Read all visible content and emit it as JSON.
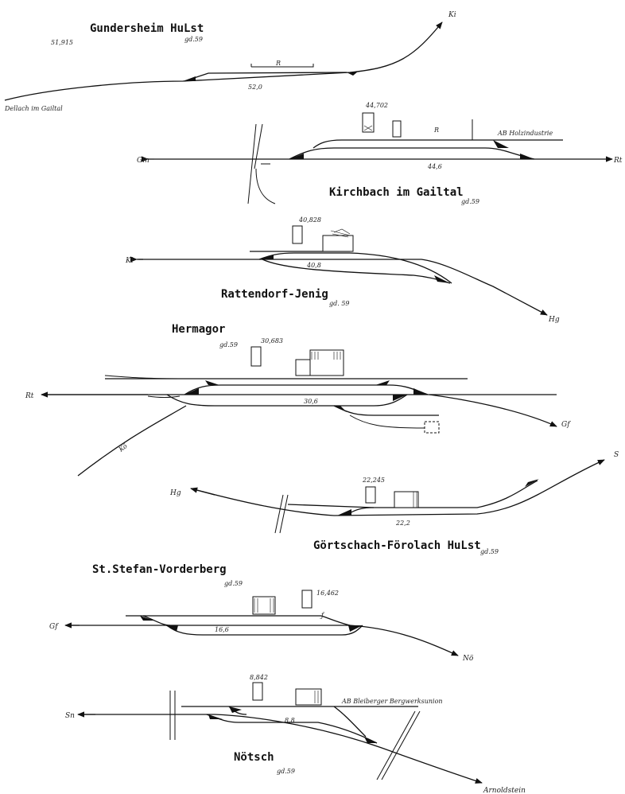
{
  "stations": {
    "gundersheim": {
      "name": "Gundersheim HuLst",
      "km": "51,915",
      "stamp": "gd.59",
      "track_length": "52,0",
      "platform": "R",
      "dir_left": "Dellach im Gailtal",
      "dir_right": "Ki"
    },
    "kirchbach": {
      "name": "Kirchbach im Gailtal",
      "km": "44,702",
      "stamp": "gd.59",
      "track_length": "44,6",
      "platform": "R",
      "siding": "AB Holzindustrie",
      "dir_left": "Gm",
      "dir_right": "Rt"
    },
    "rattendorf": {
      "name": "Rattendorf-Jenig",
      "km": "40,828",
      "stamp": "gd. 59",
      "track_length": "40,8",
      "dir_left": "Ki",
      "dir_right": "Hg"
    },
    "hermagor": {
      "name": "Hermagor",
      "km": "30,683",
      "stamp": "gd.59",
      "track_length": "30,6",
      "dir_left": "Rt",
      "dir_right": "Gf",
      "branch": "Kö"
    },
    "goertschach": {
      "name": "Görtschach-Förolach HuLst",
      "km": "22,245",
      "stamp": "gd.59",
      "track_length": "22,2",
      "dir_left": "Hg",
      "dir_right": "S"
    },
    "ststefan": {
      "name": "St.Stefan-Vorderberg",
      "km": "16,462",
      "stamp": "gd.59",
      "track_length": "16,6",
      "dir_left": "Gf",
      "dir_right": "Nö"
    },
    "noetsch": {
      "name": "Nötsch",
      "km": "8,842",
      "stamp": "gd.59",
      "track_length": "8,8",
      "siding": "AB Bleiberger Bergwerksunion",
      "dir_left": "Sn",
      "dir_right": "Arnoldstein"
    }
  }
}
